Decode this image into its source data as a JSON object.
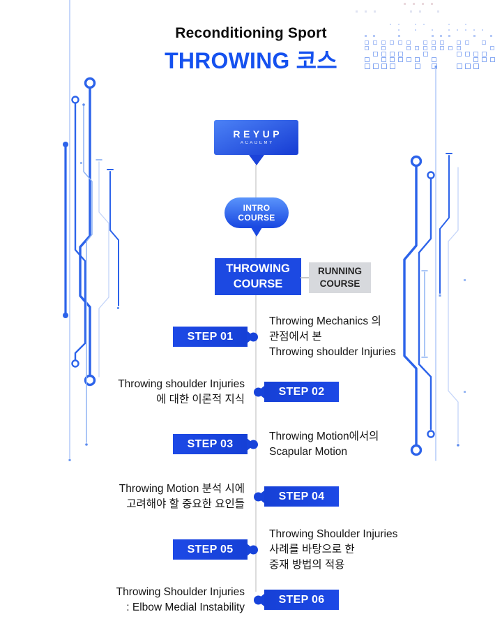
{
  "header": {
    "subtitle": "Reconditioning Sport",
    "title": "THROWING 코스"
  },
  "logo": {
    "name": "REYUP",
    "sub": "ACADEMY"
  },
  "flow": {
    "intro_lines": [
      "INTRO",
      "COURSE"
    ],
    "throwing_lines": [
      "THROWING",
      "COURSE"
    ],
    "running_lines": [
      "RUNNING",
      "COURSE"
    ]
  },
  "steps": [
    {
      "label": "STEP 01",
      "side": "left",
      "desc": [
        "Throwing Mechanics 의",
        "관점에서 본",
        "Throwing shoulder Injuries"
      ]
    },
    {
      "label": "STEP 02",
      "side": "right",
      "desc": [
        "Throwing shoulder Injuries",
        "에 대한 이론적 지식"
      ]
    },
    {
      "label": "STEP 03",
      "side": "left",
      "desc": [
        "Throwing Motion에서의",
        "Scapular Motion"
      ]
    },
    {
      "label": "STEP 04",
      "side": "right",
      "desc": [
        "Throwing Motion 분석 시에",
        "고려해야 할 중요한 요인들"
      ]
    },
    {
      "label": "STEP 05",
      "side": "left",
      "desc": [
        "Throwing Shoulder Injuries",
        "사례를 바탕으로 한",
        "중재 방법의 적용"
      ]
    },
    {
      "label": "STEP 06",
      "side": "right",
      "desc": [
        "Throwing Shoulder Injuries",
        ": Elbow Medial Instability"
      ]
    }
  ],
  "colors": {
    "title_blue": "#1551ef",
    "badge_blue": "#1743da",
    "course_box_blue": "#1c49e2",
    "running_box_gray": "#d7d9dd",
    "spine_gray": "#dcdcdc",
    "circuit_blue": "#2c63ea",
    "circuit_light_blue": "#aec6f7"
  }
}
